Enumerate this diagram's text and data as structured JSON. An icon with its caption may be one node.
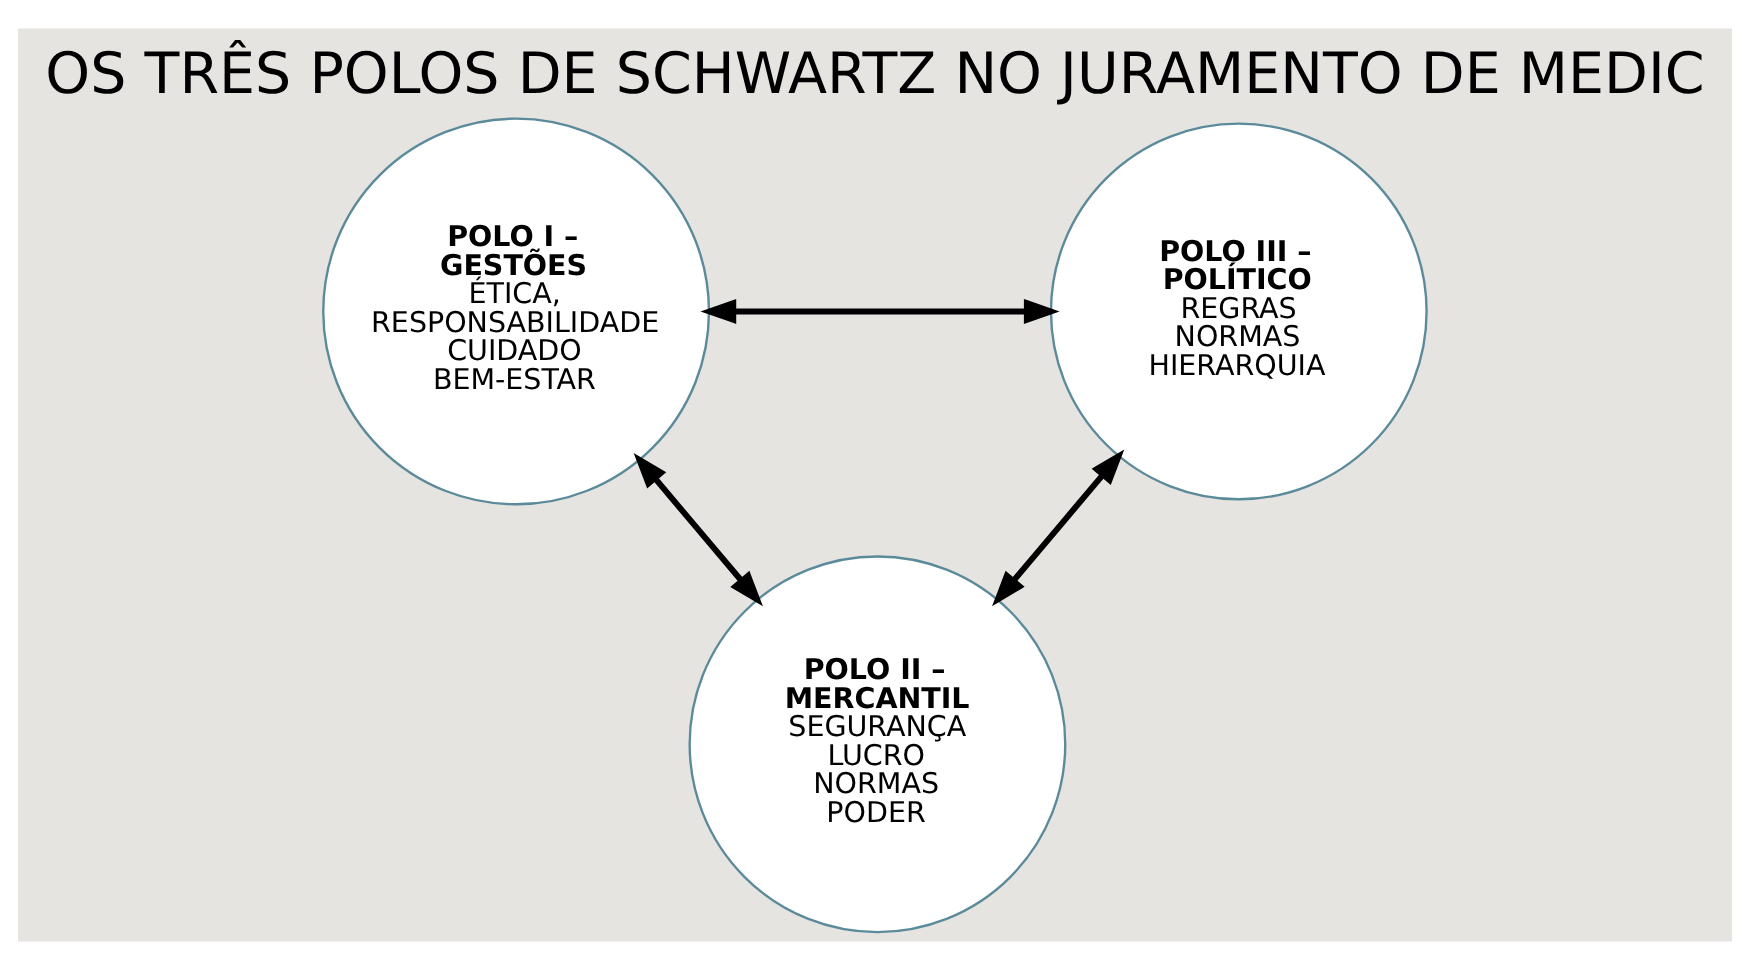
{
  "diagram": {
    "title": "OS TRÊS POLOS DE SCHWARTZ NO JURAMENTO DE MEDIC",
    "nodes": [
      {
        "text": [
          "POLO I – GESTÕES",
          "ÉTICA, RESPONSABILIDADE CUIDADO BEM-ESTAR"
        ]
      },
      {
        "text": [
          "POLO III – POLÍTICO",
          "REGRAS NORMAS HIERARQUIA"
        ]
      },
      {
        "text": [
          "POLO II – MERCANTIL",
          "SEGURANÇA LUCRO NORMAS PODER"
        ]
      }
    ],
    "edges": [
      {
        "from": 0,
        "to": 1,
        "arrow": "both"
      },
      {
        "from": 0,
        "to": 2,
        "arrow": "both"
      },
      {
        "from": 2,
        "to": 1,
        "arrow": "both"
      }
    ]
  }
}
